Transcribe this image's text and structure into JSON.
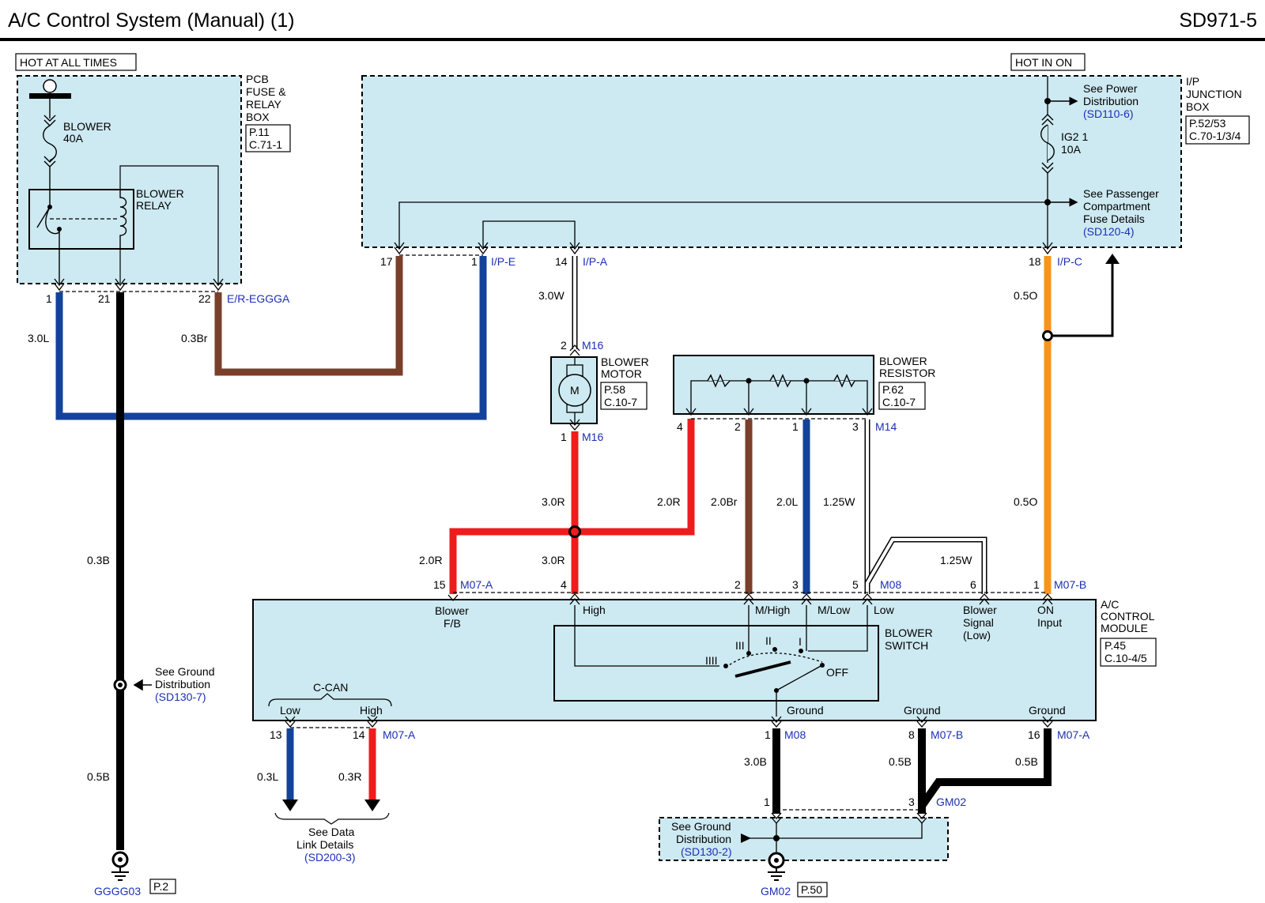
{
  "header": {
    "title": "A/C Control System (Manual) (1)",
    "code": "SD971-5"
  },
  "power": {
    "hot_at_all_times": "HOT AT ALL TIMES",
    "hot_in_on": "HOT IN ON"
  },
  "pcb_box": {
    "title_lines": [
      "PCB",
      "FUSE &",
      "RELAY",
      "BOX"
    ],
    "ref_lines": [
      "P.11",
      "C.71-1"
    ],
    "fuse_lines": [
      "BLOWER",
      "40A"
    ],
    "relay_lines": [
      "BLOWER",
      "RELAY"
    ],
    "pins": [
      "1",
      "21",
      "22"
    ],
    "connector": "E/R-EGGGA"
  },
  "ip_box": {
    "title_lines": [
      "I/P",
      "JUNCTION",
      "BOX"
    ],
    "ref_lines": [
      "P.52/53",
      "C.70-1/3/4"
    ],
    "fuse_lines": [
      "IG2 1",
      "10A"
    ],
    "power_dist_lines": [
      "See Power",
      "Distribution"
    ],
    "power_dist_ref": "(SD110-6)",
    "passenger_lines": [
      "See Passenger",
      "Compartment",
      "Fuse Details"
    ],
    "passenger_ref": "(SD120-4)",
    "pins": [
      "17",
      "1",
      "14",
      "18"
    ],
    "connectors": [
      "I/P-E",
      "I/P-A",
      "I/P-C"
    ]
  },
  "blower_motor": {
    "title_lines": [
      "BLOWER",
      "MOTOR"
    ],
    "ref_lines": [
      "P.58",
      "C.10-7"
    ],
    "symbol": "M",
    "pin_top": "2",
    "pin_bottom": "1",
    "connector": "M16"
  },
  "blower_resistor": {
    "title_lines": [
      "BLOWER",
      "RESISTOR"
    ],
    "ref_lines": [
      "P.62",
      "C.10-7"
    ],
    "pins": [
      "4",
      "2",
      "1",
      "3"
    ],
    "connector": "M14"
  },
  "ac_module": {
    "title_lines": [
      "A/C",
      "CONTROL",
      "MODULE"
    ],
    "ref_lines": [
      "P.45",
      "C.10-4/5"
    ],
    "top_pins": [
      "15",
      "4",
      "2",
      "3",
      "5",
      "6",
      "1"
    ],
    "top_connectors": [
      "M07-A",
      "M08",
      "M07-B"
    ],
    "labels": {
      "blower_fb_lines": [
        "Blower",
        "F/B"
      ],
      "high": "High",
      "m_high": "M/High",
      "m_low": "M/Low",
      "low": "Low",
      "blower_signal_lines": [
        "Blower",
        "Signal",
        "(Low)"
      ],
      "on_input_lines": [
        "ON",
        "Input"
      ],
      "ccan": "C-CAN",
      "ccan_low": "Low",
      "ccan_high": "High",
      "ground": "Ground"
    },
    "bottom_pins": [
      "13",
      "14",
      "1",
      "8",
      "16"
    ],
    "bottom_connectors": [
      "M07-A",
      "M08",
      "M07-B",
      "M07-A"
    ]
  },
  "blower_switch": {
    "title_lines": [
      "BLOWER",
      "SWITCH"
    ],
    "positions": [
      "IIII",
      "III",
      "II",
      "I",
      "OFF"
    ]
  },
  "wires": {
    "pcb_pin1": "3.0L",
    "pcb_pin22": "0.3Br",
    "pcb_pin21_top": "0.3B",
    "pcb_pin21_bottom": "0.5B",
    "motor_feed": "3.0W",
    "motor_out": "3.0R",
    "motor_out_2": "3.0R",
    "fb": "2.0R",
    "res4": "2.0R",
    "res2": "2.0Br",
    "res1": "2.0L",
    "res3": "1.25W",
    "signal_low": "1.25W",
    "ip_c_top": "0.5O",
    "ip_c_bottom": "0.5O",
    "can_low": "0.3L",
    "can_high": "0.3R",
    "gnd_m08": "3.0B",
    "gnd_m07b": "0.5B",
    "gnd_m07a": "0.5B"
  },
  "ground_dist": {
    "left_lines": [
      "See Ground",
      "Distribution"
    ],
    "left_ref": "(SD130-7)",
    "bottom_lines": [
      "See Ground",
      "Distribution"
    ],
    "bottom_ref": "(SD130-2)",
    "gm02_pins": [
      "1",
      "3"
    ],
    "gm02_connector": "GM02"
  },
  "data_link": {
    "lines": [
      "See Data",
      "Link Details"
    ],
    "ref": "(SD200-3)"
  },
  "grounds": [
    {
      "name": "GGGG03",
      "page": "P.2"
    },
    {
      "name": "GM02",
      "page": "P.50"
    }
  ],
  "colors": {
    "blue": "#13429a",
    "brown": "#7a3f2a",
    "red": "#ee1c1c",
    "orange": "#f7941d",
    "black": "#000000",
    "box_fill": "#cde9f1",
    "ref_text": "#1c2fb5"
  }
}
